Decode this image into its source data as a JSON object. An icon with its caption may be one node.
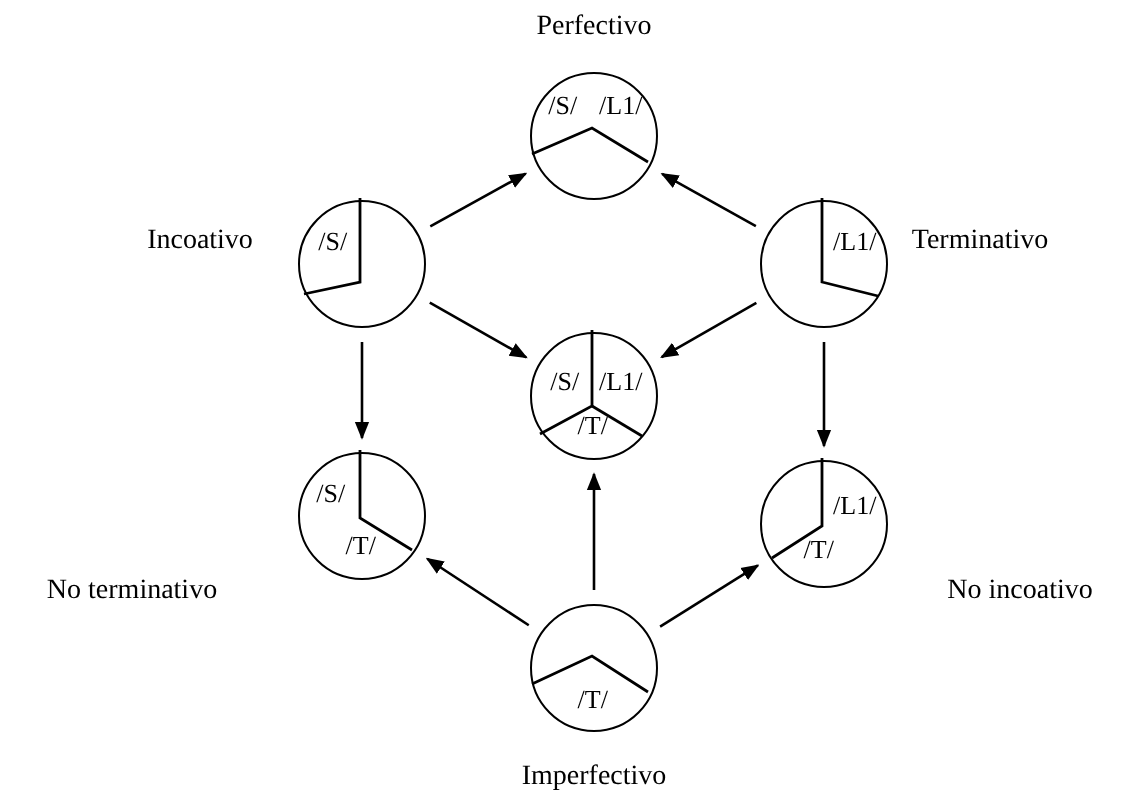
{
  "diagram": {
    "nodes": [
      {
        "text": [
          "/S/",
          "/L1/"
        ],
        "beside": [
          "Perfectivo"
        ]
      },
      {
        "text": [
          "/S/"
        ],
        "beside": [
          "Incoativo"
        ]
      },
      {
        "text": [
          "/L1/"
        ],
        "beside": [
          "Terminativo"
        ]
      },
      {
        "text": [
          "/S/",
          "/L1/",
          "/T/"
        ]
      },
      {
        "text": [
          "/S/",
          "/T/"
        ],
        "beside": [
          "No terminativo"
        ]
      },
      {
        "text": [
          "/L1/",
          "/T/"
        ],
        "beside": [
          "No incoativo"
        ]
      },
      {
        "text": [
          "/T/"
        ],
        "beside": [
          "Imperfectivo"
        ]
      }
    ],
    "edges": [
      {
        "from": 1,
        "to": 0,
        "arrow": "to"
      },
      {
        "from": 2,
        "to": 0,
        "arrow": "to"
      },
      {
        "from": 1,
        "to": 3,
        "arrow": "to"
      },
      {
        "from": 2,
        "to": 3,
        "arrow": "to"
      },
      {
        "from": 1,
        "to": 4,
        "arrow": "to"
      },
      {
        "from": 2,
        "to": 5,
        "arrow": "to"
      },
      {
        "from": 6,
        "to": 4,
        "arrow": "to"
      },
      {
        "from": 6,
        "to": 3,
        "arrow": "to"
      },
      {
        "from": 6,
        "to": 5,
        "arrow": "to"
      }
    ]
  }
}
